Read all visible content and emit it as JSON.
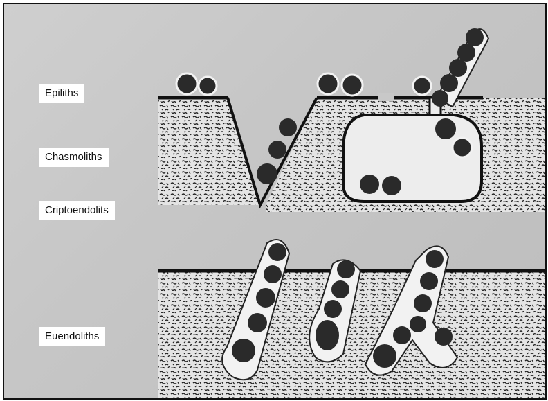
{
  "labels": {
    "epiliths": "Epiliths",
    "chasmoliths": "Chasmoliths",
    "criptoendolits": "Criptoendolits",
    "euendoliths": "Euendoliths"
  },
  "colors": {
    "rock_texture": "#222222",
    "cell_fill": "#2a2a2a",
    "sheath_fill": "#f2f2f2",
    "surface_line": "#111111"
  }
}
